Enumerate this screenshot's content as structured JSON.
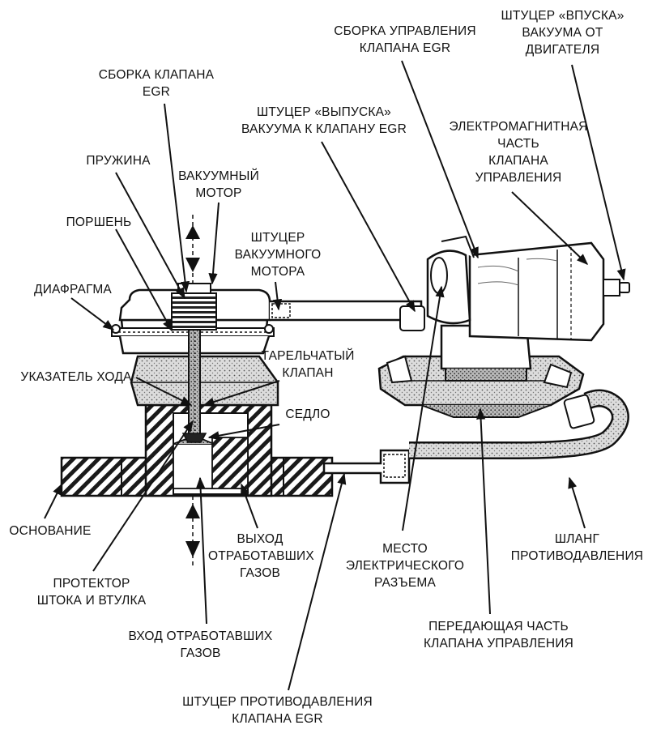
{
  "labels": {
    "egr_valve_assembly": [
      "СБОРКА КЛАПАНА",
      "EGR"
    ],
    "spring": [
      "ПРУЖИНА"
    ],
    "vacuum_motor": [
      "ВАКУУМНЫЙ",
      "МОТОР"
    ],
    "piston": [
      "ПОРШЕНЬ"
    ],
    "diaphragm": [
      "ДИАФРАГМА"
    ],
    "vacuum_motor_fitting": [
      "ШТУЦЕР",
      "ВАКУУМНОГО",
      "МОТОРА"
    ],
    "outlet_fitting": [
      "ШТУЦЕР «ВЫПУСКА»",
      "ВАКУУМА К КЛАПАНУ EGR"
    ],
    "control_assembly": [
      "СБОРКА УПРАВЛЕНИЯ",
      "КЛАПАНА EGR"
    ],
    "inlet_fitting": [
      "ШТУЦЕР «ВПУСКА»",
      "ВАКУУМА ОТ",
      "ДВИГАТЕЛЯ"
    ],
    "solenoid_part": [
      "ЭЛЕКТРОМАГНИТНАЯ",
      "ЧАСТЬ",
      "КЛАПАНА",
      "УПРАВЛЕНИЯ"
    ],
    "poppet_valve": [
      "ТАРЕЛЬЧАТЫЙ",
      "КЛАПАН"
    ],
    "stroke_indicator": [
      "УКАЗАТЕЛЬ ХОДА"
    ],
    "seat": [
      "СЕДЛО"
    ],
    "base": [
      "ОСНОВАНИЕ"
    ],
    "exhaust_outlet": [
      "ВЫХОД",
      "ОТРАБОТАВШИХ",
      "ГАЗОВ"
    ],
    "stem_protector": [
      "ПРОТЕКТОР",
      "ШТОКА И ВТУЛКА"
    ],
    "exhaust_inlet": [
      "ВХОД ОТРАБОТАВШИХ",
      "ГАЗОВ"
    ],
    "electrical_connector": [
      "МЕСТО",
      "ЭЛЕКТРИЧЕСКОГО",
      "РАЗЪЕМА"
    ],
    "backpressure_hose": [
      "ШЛАНГ",
      "ПРОТИВОДАВЛЕНИЯ"
    ],
    "transmitting_part": [
      "ПЕРЕДАЮЩАЯ ЧАСТЬ",
      "КЛАПАНА УПРАВЛЕНИЯ"
    ],
    "backpressure_fitting": [
      "ШТУЦЕР ПРОТИВОДАВЛЕНИЯ",
      "КЛАПАНА EGR"
    ]
  }
}
